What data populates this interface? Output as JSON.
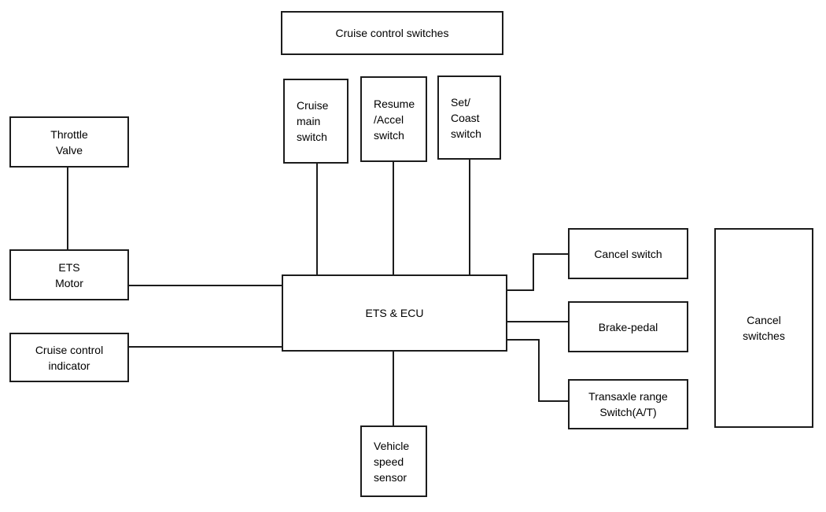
{
  "colors": {
    "background": "#ffffff",
    "box_border": "#1c1c1c",
    "connector_line": "#1c1c1c",
    "text": "#000000"
  },
  "nodes": {
    "cruise_control_switches": {
      "label": "Cruise control switches"
    },
    "cruise_main_switch": {
      "line1": "Cruise",
      "line2": "main",
      "line3": "switch"
    },
    "resume_accel_switch": {
      "line1": "Resume",
      "line2": "/Accel",
      "line3": "switch"
    },
    "set_coast_switch": {
      "line1": "Set/",
      "line2": "Coast",
      "line3": "switch"
    },
    "throttle_valve": {
      "line1": "Throttle",
      "line2": "Valve"
    },
    "ets_motor": {
      "line1": "ETS",
      "line2": "Motor"
    },
    "cruise_control_indicator": {
      "line1": "Cruise control",
      "line2": "indicator"
    },
    "ets_ecu": {
      "label": "ETS & ECU"
    },
    "cancel_switch": {
      "label": "Cancel switch"
    },
    "brake_pedal": {
      "label": "Brake-pedal"
    },
    "transaxle_range_switch": {
      "line1": "Transaxle range",
      "line2": "Switch(A/T)"
    },
    "cancel_switches": {
      "line1": "Cancel",
      "line2": "switches"
    },
    "vehicle_speed_sensor": {
      "line1": "Vehicle",
      "line2": "speed",
      "line3": "sensor"
    }
  }
}
